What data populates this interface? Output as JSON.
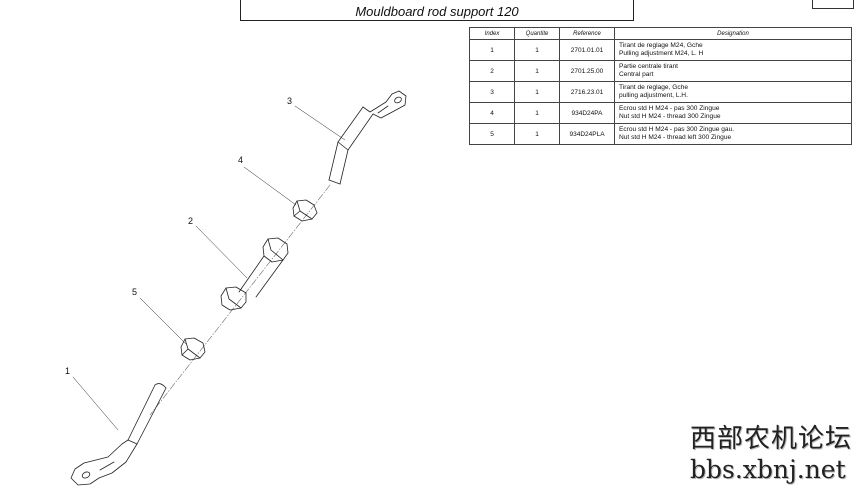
{
  "title": "Mouldboard rod support 120",
  "corner_label": "",
  "table": {
    "headers": [
      "Index",
      "Quantite",
      "Reference",
      "Designation"
    ],
    "rows": [
      {
        "index": "1",
        "qty": "1",
        "ref": "2701.01.01",
        "line1": "Tirant de reglage M24, Gche",
        "line2": "Pulling adjustment M24, L. H"
      },
      {
        "index": "2",
        "qty": "1",
        "ref": "2701.25.00",
        "line1": "Partie centrale tirant",
        "line2": "Central part"
      },
      {
        "index": "3",
        "qty": "1",
        "ref": "2716.23.01",
        "line1": "Tirant de reglage, Gche",
        "line2": "pulling adjustment, L.H."
      },
      {
        "index": "4",
        "qty": "1",
        "ref": "934D24PA",
        "line1": "Ecrou  std H M24 - pas 300 Zingue",
        "line2": "Nut  std H M24 - thread 300 Zingue"
      },
      {
        "index": "5",
        "qty": "1",
        "ref": "934D24PLA",
        "line1": "Ecrou  std H M24 - pas 300 Zingue gau.",
        "line2": "Nut  std H M24 - thread left 300 Zingue"
      }
    ]
  },
  "callouts": {
    "c1": "1",
    "c2": "2",
    "c3": "3",
    "c4": "4",
    "c5": "5"
  },
  "watermark": {
    "cn": "西部农机论坛",
    "url": "bbs.xbnj.net"
  }
}
